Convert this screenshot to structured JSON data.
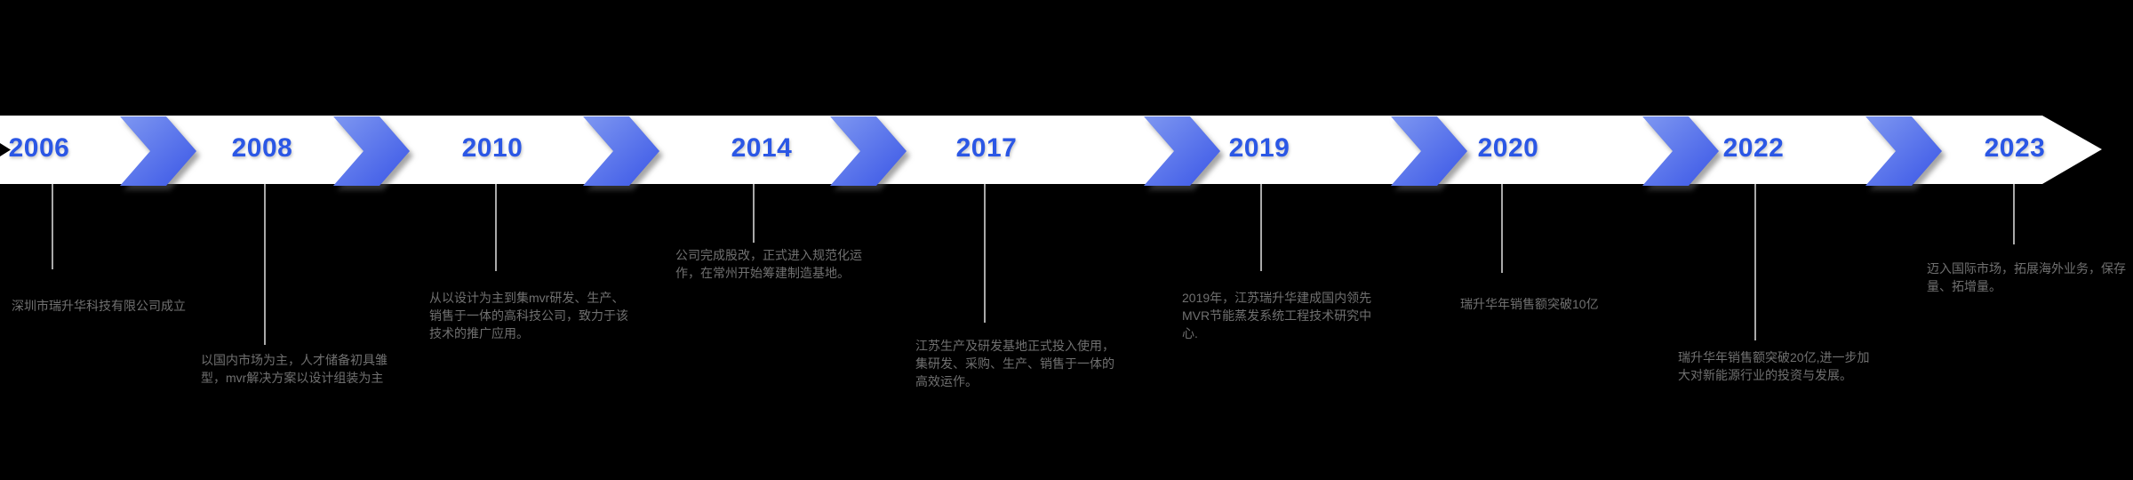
{
  "colors": {
    "background": "#000000",
    "band": "#ffffff",
    "year_text": "#2b57e5",
    "chevron_start": "#7e97f1",
    "chevron_end": "#3a56e6",
    "connector_line": "#a9a9a9",
    "description_text": "#707070"
  },
  "icons": {
    "start_arrow": "black-right-triangle",
    "year_separator": "blue-chevron-right",
    "timeline_end": "white-arrowhead-right"
  },
  "timeline": {
    "milestones": [
      {
        "year": "2006",
        "description": [
          "深圳市瑞升华科技有限公司成立"
        ]
      },
      {
        "year": "2008",
        "description": [
          "以国内市场为主，人才储备初具雏",
          "型，mvr解决方案以设计组装为主"
        ]
      },
      {
        "year": "2010",
        "description": [
          "从以设计为主到集mvr研发、生产、",
          "销售于一体的高科技公司，致力于该",
          "技术的推广应用。"
        ]
      },
      {
        "year": "2014",
        "description": [
          "公司完成股改，正式进入规范化运",
          "作，在常州开始筹建制造基地。"
        ]
      },
      {
        "year": "2017",
        "description": [
          "江苏生产及研发基地正式投入使用，",
          "集研发、采购、生产、销售于一体的",
          "高效运作。"
        ]
      },
      {
        "year": "2019",
        "description": [
          "2019年，江苏瑞升华建成国内领先",
          "MVR节能蒸发系统工程技术研究中",
          "心."
        ]
      },
      {
        "year": "2020",
        "description": [
          "瑞升华年销售额突破10亿"
        ]
      },
      {
        "year": "2022",
        "description": [
          "瑞升华年销售额突破20亿,进一步加",
          "大对新能源行业的投资与发展。"
        ]
      },
      {
        "year": "2023",
        "description": [
          "迈入国际市场，拓展海外业务，保存",
          "量、拓增量。"
        ]
      }
    ]
  }
}
